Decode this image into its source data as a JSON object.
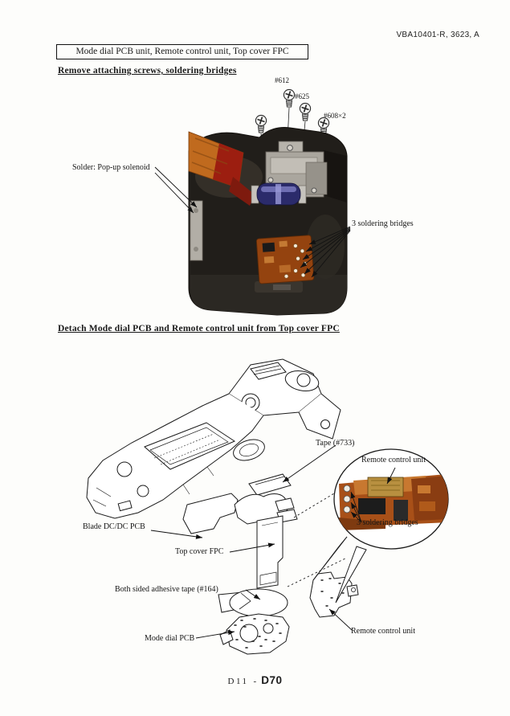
{
  "header": {
    "doc_ref": "VBA10401-R, 3623, A"
  },
  "title_box": {
    "label": "Mode dial PCB unit, Remote control unit, Top cover FPC"
  },
  "section_remove": {
    "heading": "Remove attaching screws, soldering bridges",
    "screws": [
      {
        "label": "#612"
      },
      {
        "label": "#625"
      },
      {
        "label": "#608×2"
      }
    ],
    "solenoid_label": "Solder: Pop-up solenoid",
    "bridges_label": "3 soldering bridges"
  },
  "section_detach": {
    "heading": "Detach Mode dial PCB and Remote control unit from Top cover FPC",
    "tape_label": "Tape (#733)",
    "callout": {
      "remote_unit_label": "Remote control unit",
      "bridges_label": "3 soldering bridges"
    },
    "blade_pcb_label": "Blade DC/DC PCB",
    "top_cover_fpc_label": "Top cover FPC",
    "adhesive_tape_label": "Both sided adhesive tape (#164)",
    "mode_dial_pcb_label": "Mode dial PCB",
    "remote_unit_label": "Remote control unit"
  },
  "footer": {
    "page_no": "D11",
    "separator": "-",
    "model": "D70"
  },
  "colors": {
    "pcb_orange": "#94430f",
    "ribbon_orange": "#c06a1e",
    "ribbon_red": "#9c1e10",
    "solenoid_blue": "#2b2b6b",
    "body_dark": "#211e1a",
    "metal_gray": "#aaa69e"
  }
}
